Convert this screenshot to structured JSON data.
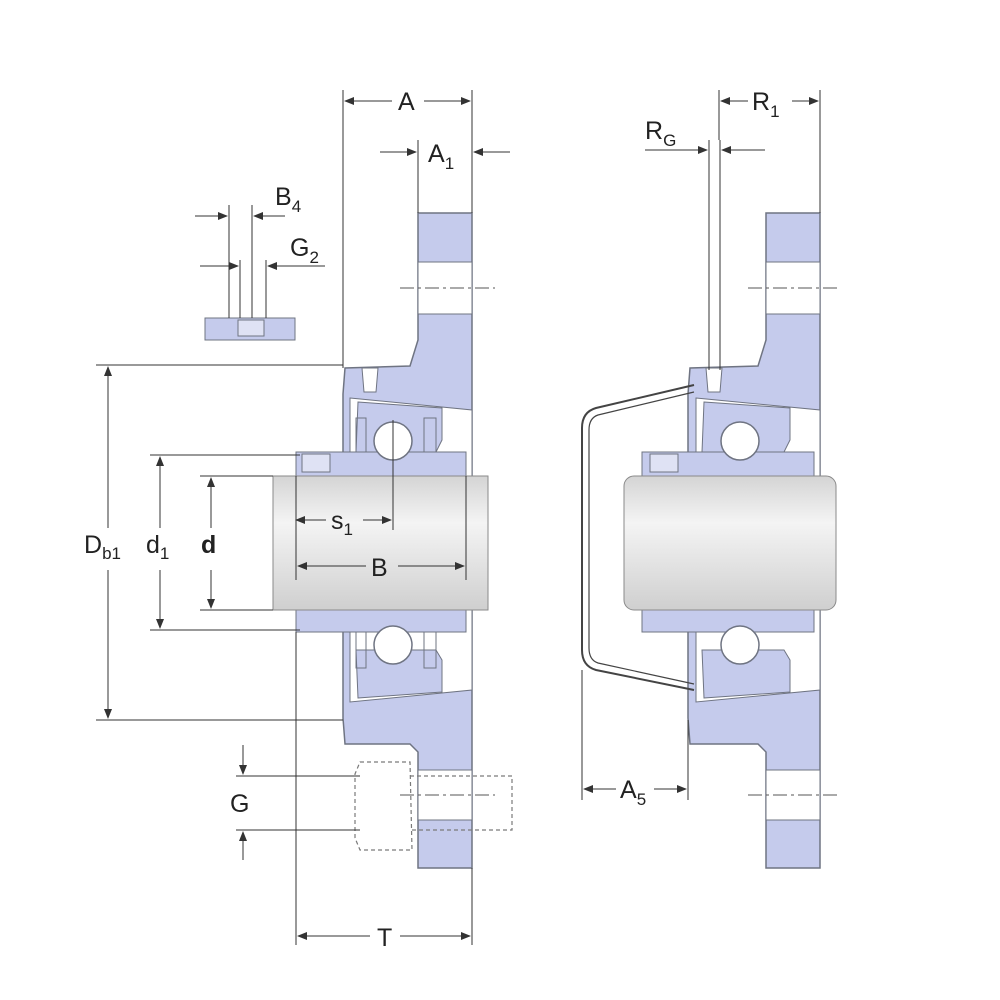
{
  "colors": {
    "housing_fill": "#c5cbec",
    "housing_stroke": "#6f7482",
    "shaft_fill": "#e3e3e3",
    "line": "#333333",
    "center_line": "#555555"
  },
  "labels": {
    "A": {
      "main": "A",
      "sub": ""
    },
    "A1": {
      "main": "A",
      "sub": "1"
    },
    "B4": {
      "main": "B",
      "sub": "4"
    },
    "G2": {
      "main": "G",
      "sub": "2"
    },
    "Db1": {
      "main": "D",
      "sub": "b1"
    },
    "d1": {
      "main": "d",
      "sub": "1"
    },
    "d": {
      "main": "d",
      "sub": ""
    },
    "s1": {
      "main": "s",
      "sub": "1"
    },
    "B": {
      "main": "B",
      "sub": ""
    },
    "G": {
      "main": "G",
      "sub": ""
    },
    "T": {
      "main": "T",
      "sub": ""
    },
    "RG": {
      "main": "R",
      "sub": "G"
    },
    "R1": {
      "main": "R",
      "sub": "1"
    },
    "A5": {
      "main": "A",
      "sub": "5"
    }
  }
}
